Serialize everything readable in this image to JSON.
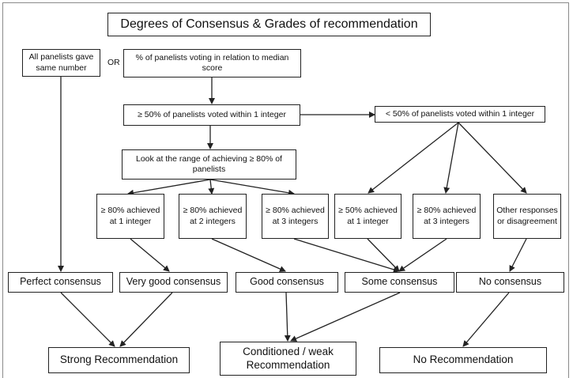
{
  "title": "Degrees of Consensus & Grades of recommendation",
  "connector_or": "OR",
  "nodes": {
    "all_same": "All panelists gave same number",
    "pct_median": "% of panelists voting in relation to median score",
    "ge50": "≥ 50% of panelists voted within 1 integer",
    "lt50": "< 50% of panelists voted within 1 integer",
    "look_range": "Look at the range of achieving ≥ 80% of panelists",
    "a80_1": "≥ 80% achieved at 1 integer",
    "a80_2": "≥ 80% achieved at 2 integers",
    "a80_3": "≥ 80% achieved at 3 integers",
    "a50_1": "≥ 50% achieved at 1 integer",
    "b80_3": "≥ 80% achieved at 3 integers",
    "other": "Other responses or disagreement",
    "perfect": "Perfect consensus",
    "very_good": "Very good consensus",
    "good": "Good consensus",
    "some": "Some consensus",
    "none": "No consensus",
    "strong": "Strong Recommendation",
    "conditioned": "Conditioned / weak Recommendation",
    "no_rec": "No Recommendation"
  }
}
